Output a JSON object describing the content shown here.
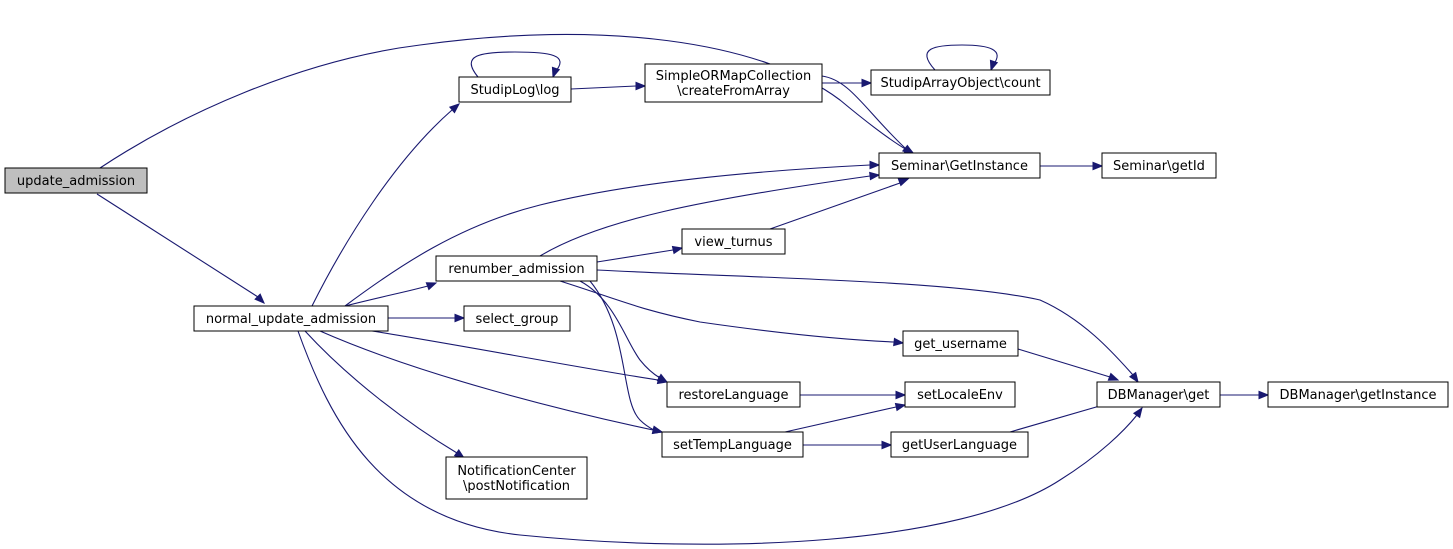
{
  "colors": {
    "edge": "#191970",
    "root_fill": "#bfbfbf",
    "node_fill": "#ffffff",
    "node_stroke": "#000000"
  },
  "nodes": {
    "update_admission": {
      "lines": [
        "update_admission"
      ],
      "root": true
    },
    "normal_update_admission": {
      "lines": [
        "normal_update_admission"
      ]
    },
    "studiplog_log": {
      "lines": [
        "StudipLog\\log"
      ]
    },
    "simpleormapcollection_createfromarray": {
      "lines": [
        "SimpleORMapCollection",
        "\\createFromArray"
      ]
    },
    "studiparrayobject_count": {
      "lines": [
        "StudipArrayObject\\count"
      ]
    },
    "seminar_getinstance": {
      "lines": [
        "Seminar\\GetInstance"
      ]
    },
    "seminar_getid": {
      "lines": [
        "Seminar\\getId"
      ]
    },
    "view_turnus": {
      "lines": [
        "view_turnus"
      ]
    },
    "renumber_admission": {
      "lines": [
        "renumber_admission"
      ]
    },
    "select_group": {
      "lines": [
        "select_group"
      ]
    },
    "get_username": {
      "lines": [
        "get_username"
      ]
    },
    "dbmanager_get": {
      "lines": [
        "DBManager\\get"
      ]
    },
    "dbmanager_getinstance": {
      "lines": [
        "DBManager\\getInstance"
      ]
    },
    "restorelanguage": {
      "lines": [
        "restoreLanguage"
      ]
    },
    "setlocaleenv": {
      "lines": [
        "setLocaleEnv"
      ]
    },
    "settemplanguage": {
      "lines": [
        "setTempLanguage"
      ]
    },
    "getuserlanguage": {
      "lines": [
        "getUserLanguage"
      ]
    },
    "notificationcenter_postnotification": {
      "lines": [
        "NotificationCenter",
        "\\postNotification"
      ]
    }
  }
}
